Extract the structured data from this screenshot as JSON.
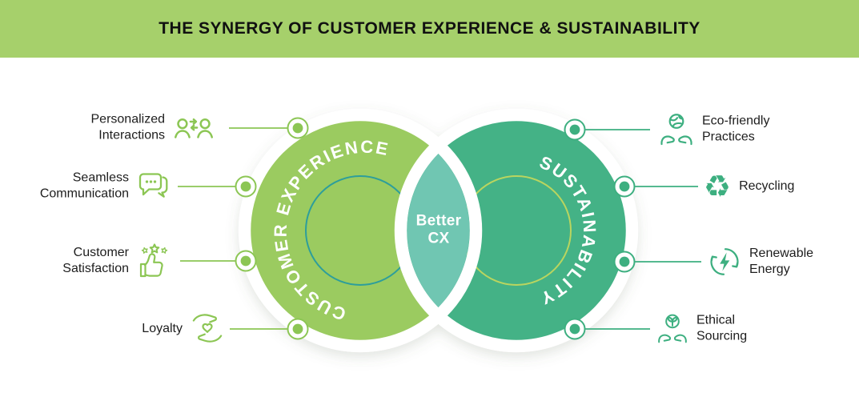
{
  "header": {
    "title": "THE SYNERGY OF CUSTOMER EXPERIENCE & SUSTAINABILITY",
    "background_color": "#a6d06b",
    "text_color": "#111111"
  },
  "venn": {
    "left_circle": {
      "label": "CUSTOMER EXPERIENCE",
      "fill": "#9bcb60",
      "inner_ring_color": "#2d9e9b",
      "accent": "#8cc654"
    },
    "right_circle": {
      "label": "SUSTAINABILITY",
      "fill": "#44b286",
      "inner_ring_color": "#bad55f",
      "accent": "#3daf80"
    },
    "intersection": {
      "line1": "Better",
      "line2": "CX",
      "fill": "#70c6b2",
      "text_color": "#ffffff"
    }
  },
  "left_items": [
    {
      "line1": "Personalized",
      "line2": "Interactions",
      "icon": "people-exchange-icon"
    },
    {
      "line1": "Seamless",
      "line2": "Communication",
      "icon": "chat-bubbles-icon"
    },
    {
      "line1": "Customer",
      "line2": "Satisfaction",
      "icon": "thumbs-up-stars-icon"
    },
    {
      "line1": "Loyalty",
      "line2": "",
      "icon": "hands-heart-icon"
    }
  ],
  "right_items": [
    {
      "line1": "Eco-friendly",
      "line2": "Practices",
      "icon": "hands-globe-icon"
    },
    {
      "line1": "Recycling",
      "line2": "",
      "icon": "recycle-icon",
      "glyph": "♻"
    },
    {
      "line1": "Renewable",
      "line2": "Energy",
      "icon": "renewable-arrows-icon"
    },
    {
      "line1": "Ethical",
      "line2": "Sourcing",
      "icon": "hands-seedling-icon"
    }
  ]
}
